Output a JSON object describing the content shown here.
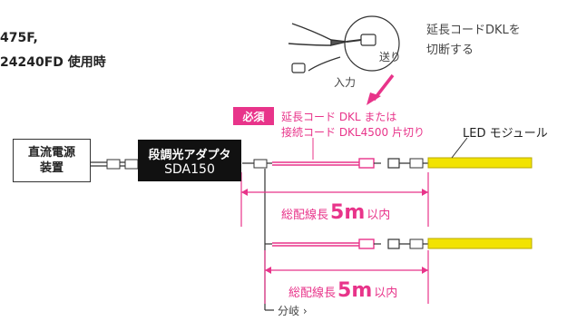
{
  "header": {
    "line1": "475F,",
    "line2": "24240FD 使用時"
  },
  "top_note": {
    "line1": "延長コードDKLを",
    "line2": "切断する"
  },
  "labels": {
    "okuri": "送り",
    "nyuryoku": "入力",
    "hissu": "必須",
    "cord_line1": "延長コード DKL または",
    "cord_line2": "接続コード DKL4500 片切り",
    "led_module": "LED モジュール",
    "power_line1": "直流電源",
    "power_line2": "装置",
    "dimmer_line1": "段調光アダプタ",
    "dimmer_line2": "SDA150",
    "branch": "分岐 ›"
  },
  "distances": [
    {
      "prefix": "総配線長",
      "value": "5m",
      "suffix": "以内"
    },
    {
      "prefix": "総配線長",
      "value": "5m",
      "suffix": "以内"
    }
  ],
  "colors": {
    "pink": "#e8348a",
    "led_yellow": "#f2e300",
    "dark": "#111111"
  },
  "icons": [
    "cutting-pliers-icon",
    "connector-icon",
    "cut-arrow-icon"
  ]
}
